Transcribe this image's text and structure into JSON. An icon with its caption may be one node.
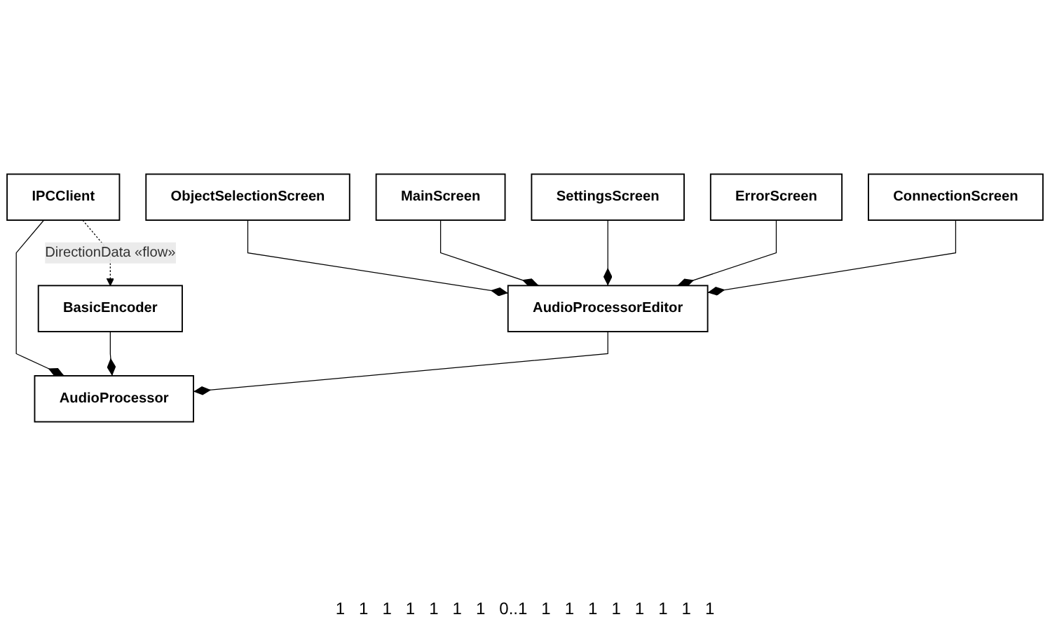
{
  "diagram": {
    "nodes": [
      {
        "text": [
          "IPCClient"
        ]
      },
      {
        "text": [
          "BasicEncoder"
        ]
      },
      {
        "text": [
          "AudioProcessor"
        ]
      },
      {
        "text": [
          "ObjectSelectionScreen"
        ]
      },
      {
        "text": [
          "MainScreen"
        ]
      },
      {
        "text": [
          "AudioProcessorEditor"
        ]
      },
      {
        "text": [
          "ErrorScreen"
        ]
      },
      {
        "text": [
          "SettingsScreen"
        ]
      },
      {
        "text": [
          "ConnectionScreen"
        ]
      }
    ],
    "edges": [
      {
        "from": 0,
        "to": 1,
        "arrow": "to",
        "style": "dashed",
        "label": "DirectionData «flow»"
      },
      {
        "from": 0,
        "to": 2,
        "arrow": "other"
      },
      {
        "from": 1,
        "to": 2,
        "arrow": "other"
      },
      {
        "from": 5,
        "to": 2,
        "arrow": "other"
      },
      {
        "from": 3,
        "to": 5,
        "arrow": "other"
      },
      {
        "from": 4,
        "to": 5,
        "arrow": "other"
      },
      {
        "from": 7,
        "to": 5,
        "arrow": "other"
      },
      {
        "from": 6,
        "to": 5,
        "arrow": "other"
      },
      {
        "from": 8,
        "to": 5,
        "arrow": "other"
      }
    ],
    "labels": [
      "1",
      "1",
      "1",
      "1",
      "1",
      "1",
      "1",
      "0..1",
      "1",
      "1",
      "1",
      "1",
      "1",
      "1",
      "1",
      "1"
    ]
  }
}
